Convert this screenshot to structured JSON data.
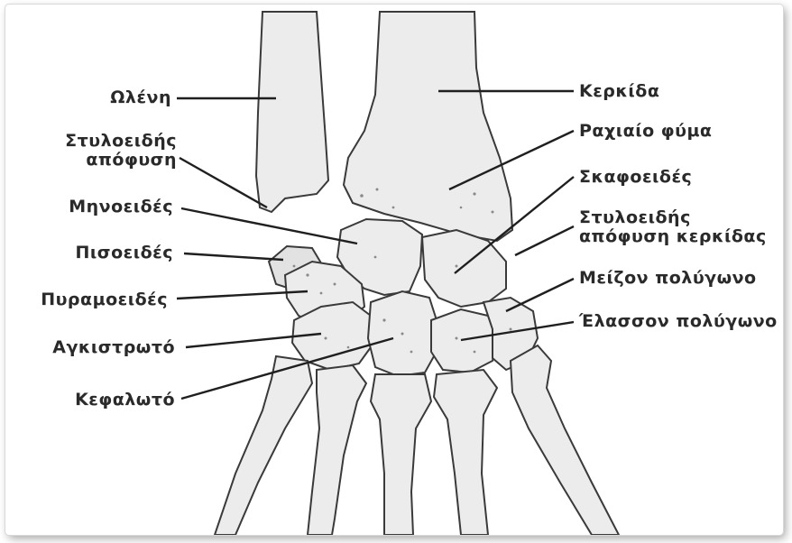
{
  "labels": {
    "ulna": "Ωλένη",
    "styloid_ulna_1": "Στυλοειδής",
    "styloid_ulna_2": "απόφυση",
    "lunate": "Μηνοειδές",
    "pisiform": "Πισοειδές",
    "triquetrum": "Πυραμοειδές",
    "hamate": "Αγκιστρωτό",
    "capitate": "Κεφαλωτό",
    "radius": "Κερκίδα",
    "dorsal_tubercle": "Ραχιαίο φύμα",
    "scaphoid": "Σκαφοειδές",
    "styloid_radius_1": "Στυλοειδής",
    "styloid_radius_2": "απόφυση κερκίδας",
    "trapezium": "Μείζον πολύγωνο",
    "trapezoid": "Έλασσον πολύγωνο"
  },
  "colors": {
    "text": "#2a2a2a",
    "bone_fill": "#ececec",
    "outline": "#3a3a3a"
  }
}
